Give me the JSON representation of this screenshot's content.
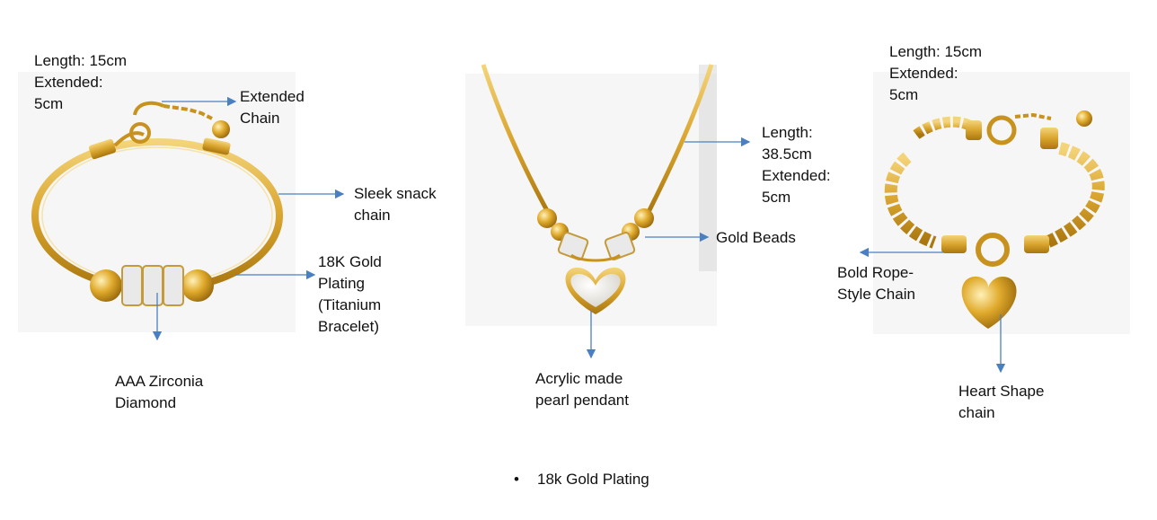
{
  "colors": {
    "gold": "#d9a52e",
    "gold_dark": "#b07d12",
    "gold_light": "#f4d47a",
    "arrow": "#4a7fc1",
    "panel": "#f6f6f6"
  },
  "products": [
    {
      "name": "bracelet-snake-chain",
      "labels": {
        "length": "Length: 15cm\nExtended:\n5cm",
        "extended_chain": "Extended\nChain",
        "sleek_chain": "Sleek snack\nchain",
        "plating": "18K Gold\nPlating\n(Titanium\nBracelet)",
        "zirconia": "AAA Zirconia\nDiamond"
      }
    },
    {
      "name": "necklace-heart-pendant",
      "labels": {
        "length": "Length:\n38.5cm\nExtended:\n5cm",
        "beads": "Gold Beads",
        "pendant": "Acrylic made\npearl pendant"
      }
    },
    {
      "name": "bracelet-rope-chain",
      "labels": {
        "length": "Length: 15cm\nExtended:\n5cm",
        "rope": "Bold Rope-\nStyle Chain",
        "heart": "Heart Shape\nchain"
      }
    }
  ],
  "footer": {
    "bullet": "•",
    "text": "18k Gold Plating"
  }
}
